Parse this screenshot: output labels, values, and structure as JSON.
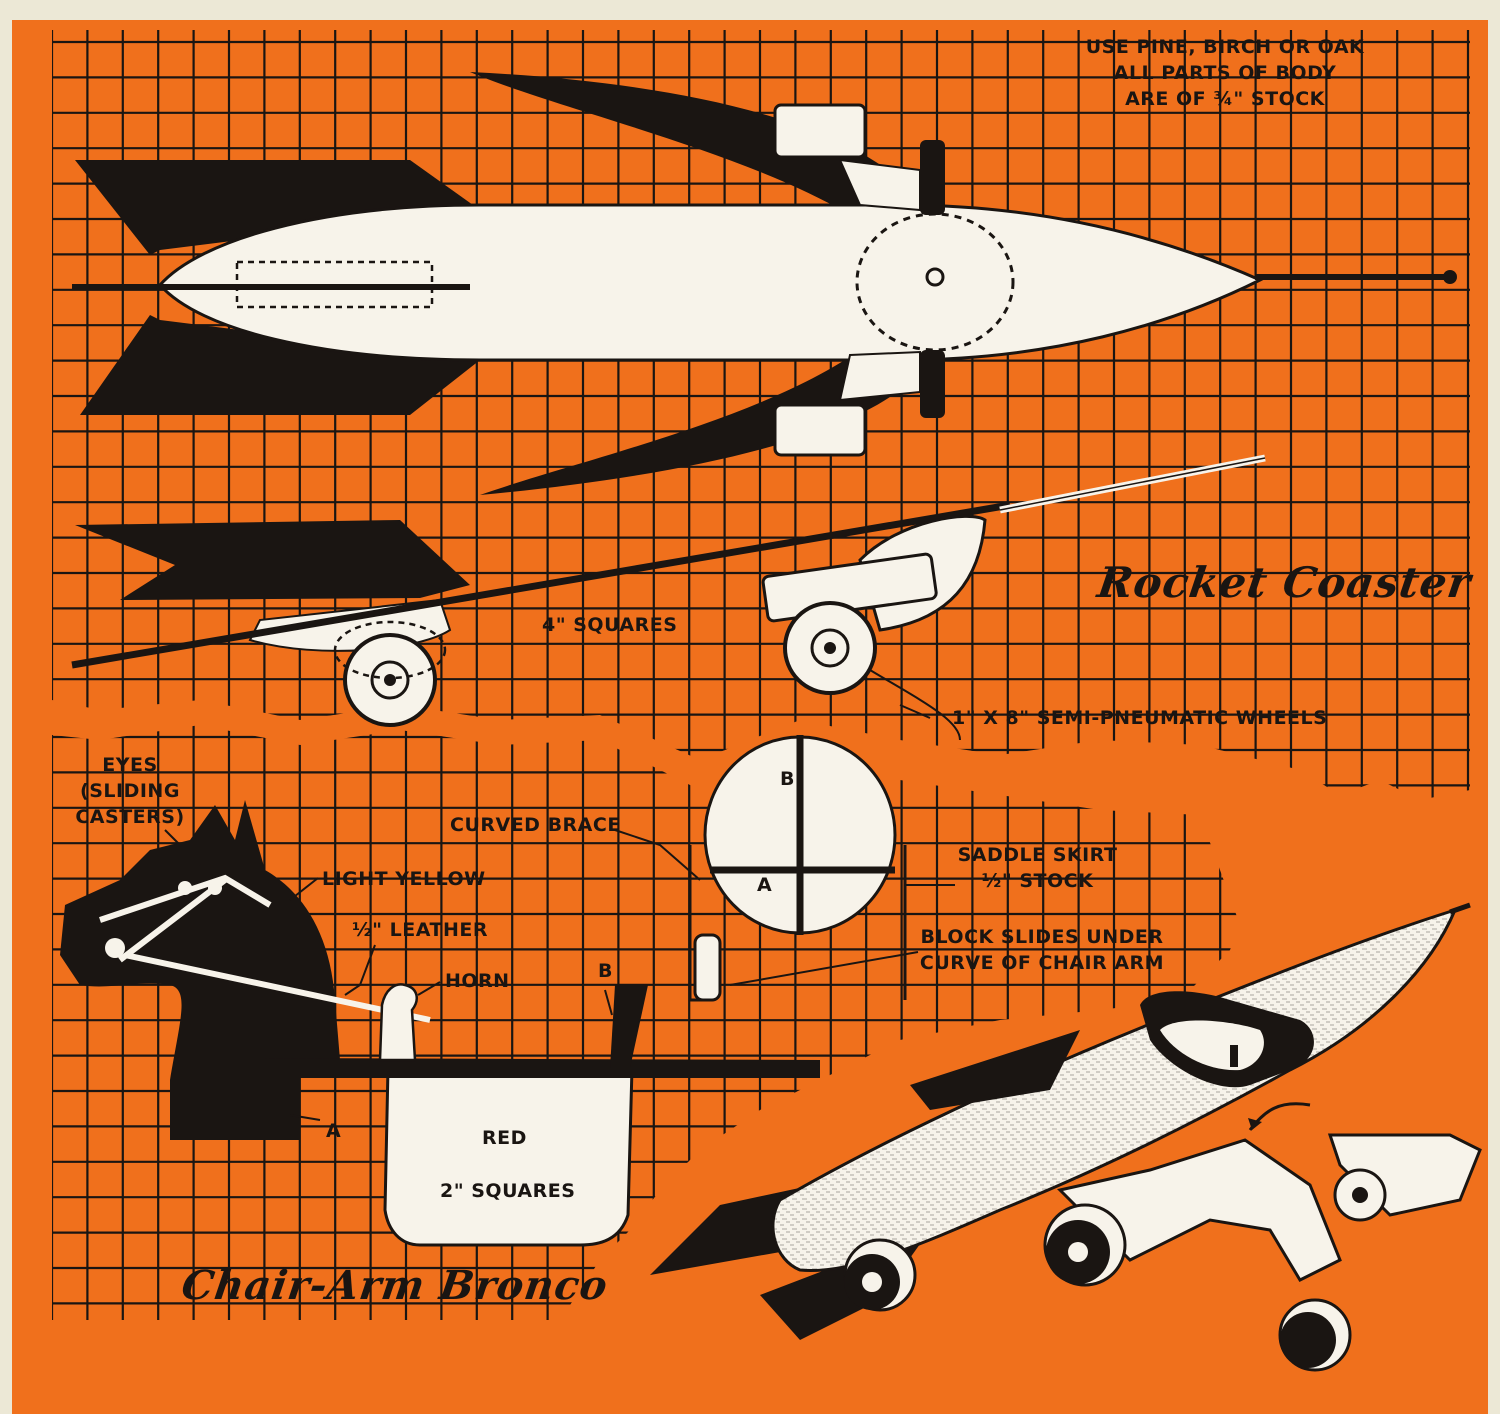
{
  "colors": {
    "paper": "#f0701c",
    "ink": "#1a1512",
    "grid": "#1a1512",
    "white": "#f7f3ea",
    "margin": "#ece8d6"
  },
  "rocket": {
    "title": "Rocket Coaster",
    "wood_note": [
      "USE PINE, BIRCH OR OAK",
      "ALL PARTS OF BODY",
      "ARE OF ¾\" STOCK"
    ],
    "grid_label": "4\" SQUARES",
    "wheels_label": "1\" X 8\" SEMI-PNEUMATIC WHEELS"
  },
  "bronco": {
    "title": "Chair-Arm Bronco",
    "eyes_label": [
      "EYES",
      "(SLIDING",
      "CASTERS)"
    ],
    "light_yellow": "LIGHT YELLOW",
    "leather": "½\" LEATHER",
    "horn": "HORN",
    "part_a": "A",
    "part_b": "B",
    "red": "RED",
    "grid_label": "2\" SQUARES",
    "curved_brace": "CURVED BRACE",
    "saddle_skirt": [
      "SADDLE SKIRT",
      "½\" STOCK"
    ],
    "block_slides": [
      "BLOCK SLIDES UNDER",
      "CURVE OF CHAIR ARM"
    ]
  }
}
